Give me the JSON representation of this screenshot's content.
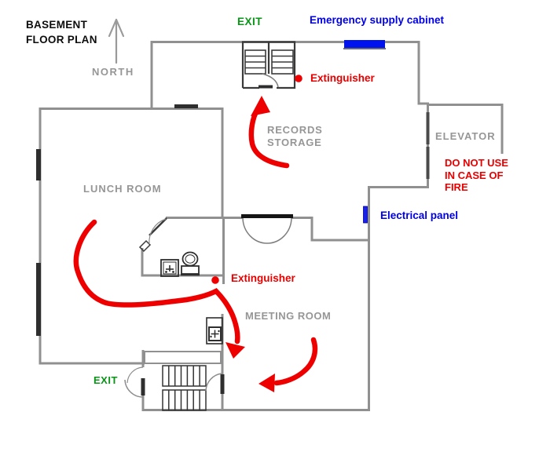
{
  "title": {
    "line1": "BASEMENT",
    "line2": "FLOOR PLAN"
  },
  "compass": {
    "label": "NORTH"
  },
  "exits": {
    "north_exit": "EXIT",
    "south_exit": "EXIT"
  },
  "rooms": {
    "records_storage_line1": "RECORDS",
    "records_storage_line2": "STORAGE",
    "lunch_room": "LUNCH ROOM",
    "meeting_room": "MEETING ROOM",
    "elevator": "ELEVATOR"
  },
  "safety": {
    "emergency_cabinet": "Emergency supply cabinet",
    "electrical_panel": "Electrical panel",
    "extinguisher_north": "Extinguisher",
    "extinguisher_central": "Extinguisher",
    "elevator_warning_line1": "DO NOT USE",
    "elevator_warning_line2": "IN CASE OF",
    "elevator_warning_line3": "FIRE"
  },
  "colors": {
    "wall_gray": "#909090",
    "label_gray": "#969696",
    "exit_green": "#0a9418",
    "safety_blue": "#0000e6",
    "warning_red": "#e80000",
    "route_red": "#ee0000",
    "cabinet_blue": "#0013ef"
  }
}
